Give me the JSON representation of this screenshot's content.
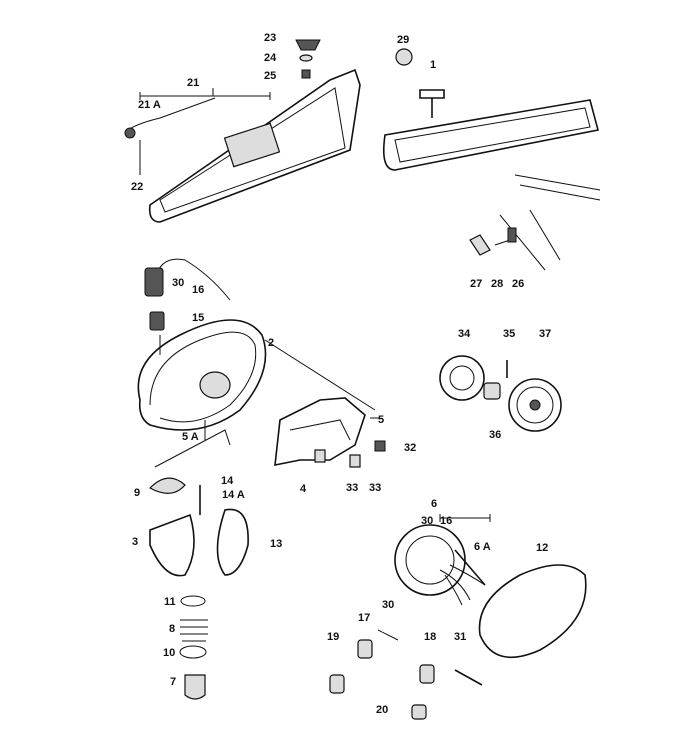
{
  "diagram": {
    "type": "exploded parts diagram",
    "labels": [
      "23",
      "24",
      "25",
      "29",
      "1",
      "21",
      "21 A",
      "22",
      "30",
      "16",
      "15",
      "2",
      "5",
      "5 A",
      "32",
      "4",
      "33",
      "33",
      "27",
      "28",
      "26",
      "34",
      "35",
      "37",
      "36",
      "9",
      "14",
      "14 A",
      "3",
      "13",
      "11",
      "8",
      "10",
      "7",
      "6",
      "30",
      "16",
      "6 A",
      "12",
      "17",
      "30",
      "19",
      "18",
      "31",
      "20"
    ]
  }
}
